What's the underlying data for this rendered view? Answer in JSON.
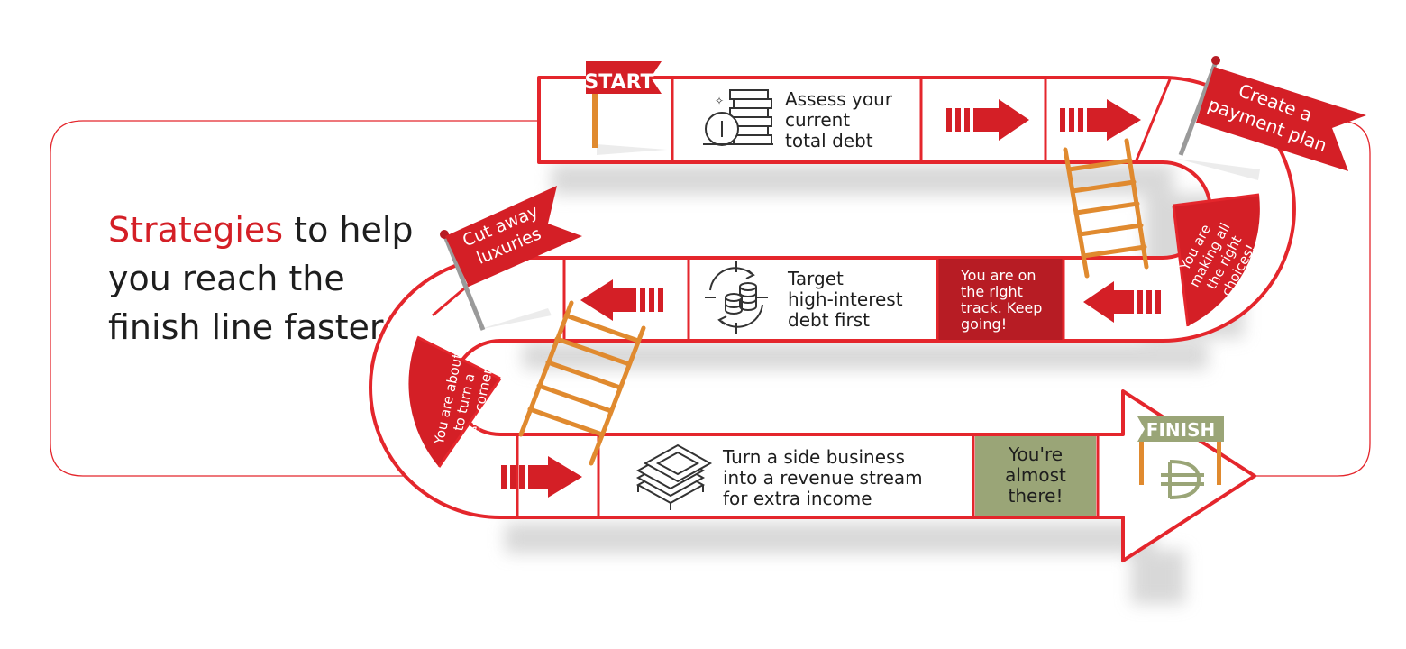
{
  "headline": {
    "accent": "Strategies",
    "rest": "to help you reach the finish line faster"
  },
  "flags": {
    "start": "START",
    "finish": "FINISH",
    "create_plan": [
      "Create a",
      "payment plan"
    ],
    "cut_away": [
      "Cut away",
      "luxuries"
    ]
  },
  "steps": {
    "assess": [
      "Assess your",
      "current",
      "total debt"
    ],
    "target": [
      "Target",
      "high-interest",
      "debt first"
    ],
    "side_business": [
      "Turn a side business",
      "into a revenue stream",
      "for extra income"
    ]
  },
  "messages": {
    "right_track": [
      "You are on",
      "the right",
      "track. Keep",
      "going!"
    ],
    "right_choices": [
      "You are",
      "making all",
      "the right",
      "choices!"
    ],
    "new_corner": [
      "You are about",
      "to turn a",
      "new corner"
    ],
    "almost_there": [
      "You're",
      "almost",
      "there!"
    ]
  },
  "icons": {
    "assess": "coin-stack-icon",
    "target": "target-coins-icon",
    "side_business": "cash-stack-icon",
    "finish": "dirham-sign-icon",
    "arrows": "arrow-icon",
    "ladders": "ladder-icon"
  },
  "colors": {
    "brand_red": "#d41f26",
    "dark_red": "#b71c24",
    "ladder_orange": "#e08a2f",
    "finish_green": "#9aa577",
    "shadow_grey": "#d4d4d4",
    "frame_red": "#e4262c",
    "text_dark": "#1e1e1e",
    "pole_grey": "#9a9a9a"
  }
}
